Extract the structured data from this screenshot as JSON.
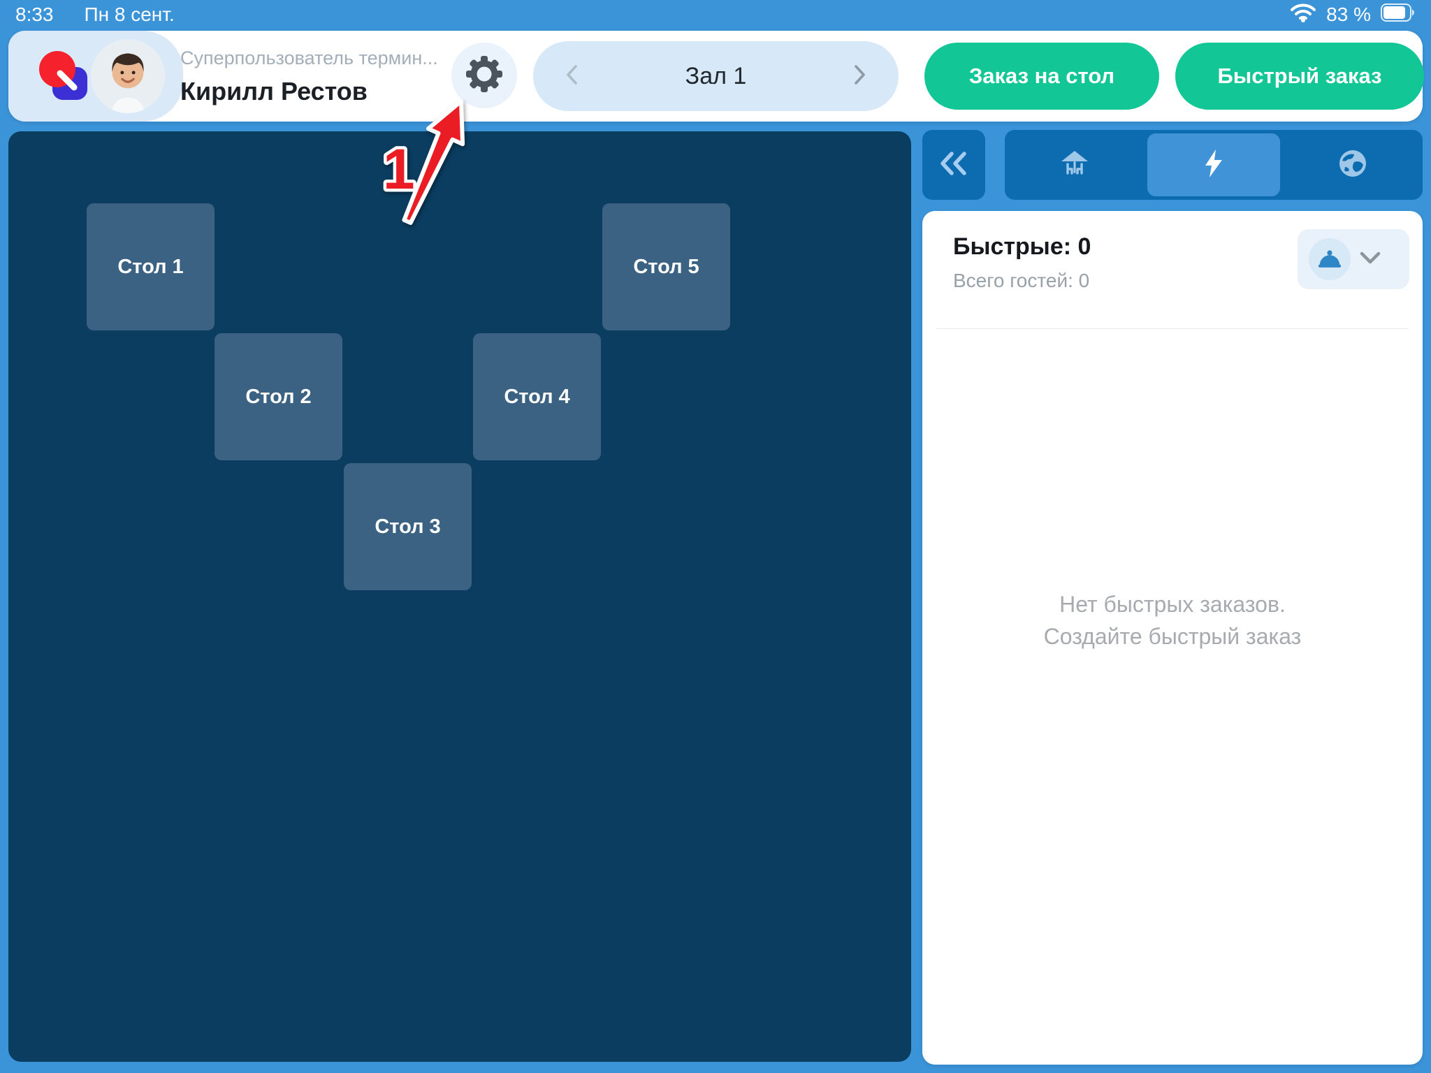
{
  "status_bar": {
    "time": "8:33",
    "date": "Пн 8 сент.",
    "wifi_icon": "wifi",
    "battery_percent": "83 %",
    "battery_level": 0.83,
    "battery_icon": "battery"
  },
  "header": {
    "logo_icon": "quick-resto-logo",
    "avatar_icon": "user-photo",
    "user_role": "Суперпользователь термин...",
    "user_name": "Кирилл Рестов",
    "settings_icon": "gear",
    "hall_selector": {
      "prev_icon": "chevron-left",
      "label": "Зал 1",
      "next_icon": "chevron-right"
    },
    "order_on_table_button": "Заказ на стол",
    "quick_order_button": "Быстрый заказ"
  },
  "floor_plan": {
    "tables": [
      "Стол 1",
      "Стол 2",
      "Стол 3",
      "Стол 4",
      "Стол 5"
    ]
  },
  "annotation": {
    "step_number": "1"
  },
  "right_panel": {
    "collapse_icon": "double-chevron-left",
    "tabs": [
      {
        "icon": "hall-tables",
        "selected": false
      },
      {
        "icon": "lightning-bolt",
        "selected": true
      },
      {
        "icon": "globe-delivery",
        "selected": false
      }
    ],
    "quick_orders_count": "Быстрые: 0",
    "total_guests": "Всего гостей: 0",
    "serve_control_icon": "cloche",
    "serve_control_chevron": "chevron-down",
    "empty_state": {
      "line1": "Нет быстрых заказов.",
      "line2": "Создайте быстрый заказ"
    }
  },
  "colors": {
    "accent_green": "#12c695",
    "top_bar_blue": "#3b93d8",
    "floor_navy": "#0b3d60",
    "table_blue": "#3c6283",
    "panel_blue": "#0d6bb0",
    "selected_tab_blue": "#3f93d6",
    "light_blue_chip": "#d7e8f8",
    "annotation_red": "#ea1c24"
  }
}
